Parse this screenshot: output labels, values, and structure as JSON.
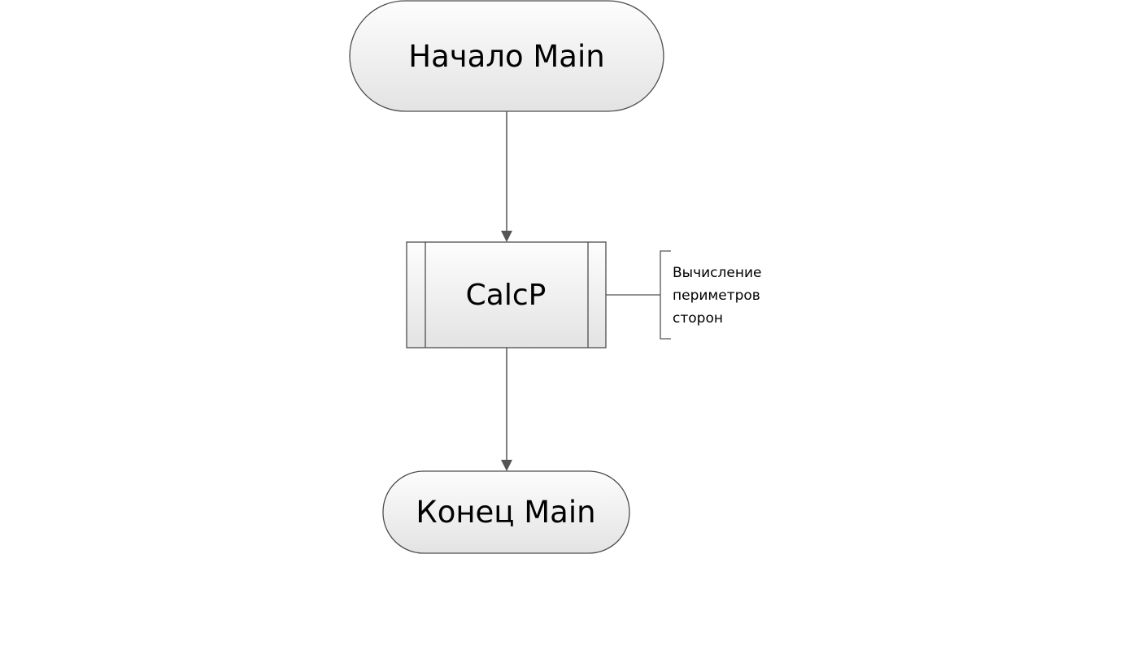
{
  "diagram": {
    "start": {
      "label": "Начало Main"
    },
    "process": {
      "label": "CalcP"
    },
    "end": {
      "label": "Конец Main"
    },
    "annotation": {
      "lines": [
        "Вычисление",
        "периметров",
        "сторон"
      ]
    }
  },
  "colors": {
    "shape_fill_top": "#fdfdfd",
    "shape_fill_bottom": "#e4e4e4",
    "stroke": "#4d4d4d",
    "connector": "#555555",
    "text": "#000000"
  }
}
